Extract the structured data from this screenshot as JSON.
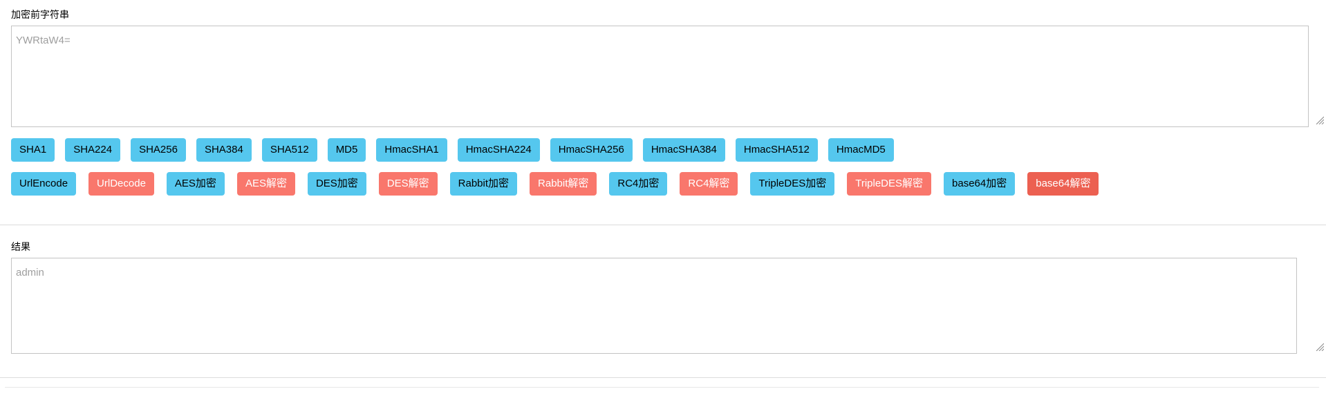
{
  "colors": {
    "button_blue": "#55c7ee",
    "button_red": "#f9776c",
    "button_red_dark": "#ec6051",
    "placeholder_gray": "#9e9e9e"
  },
  "input_section": {
    "label": "加密前字符串",
    "placeholder": "YWRtaW4="
  },
  "hash_buttons": [
    "SHA1",
    "SHA224",
    "SHA256",
    "SHA384",
    "SHA512",
    "MD5",
    "HmacSHA1",
    "HmacSHA224",
    "HmacSHA256",
    "HmacSHA384",
    "HmacSHA512",
    "HmacMD5"
  ],
  "crypto_buttons": [
    {
      "label": "UrlEncode",
      "style": "blue"
    },
    {
      "label": "UrlDecode",
      "style": "red"
    },
    {
      "label": "AES加密",
      "style": "blue"
    },
    {
      "label": "AES解密",
      "style": "red"
    },
    {
      "label": "DES加密",
      "style": "blue"
    },
    {
      "label": "DES解密",
      "style": "red"
    },
    {
      "label": "Rabbit加密",
      "style": "blue"
    },
    {
      "label": "Rabbit解密",
      "style": "red"
    },
    {
      "label": "RC4加密",
      "style": "blue"
    },
    {
      "label": "RC4解密",
      "style": "red"
    },
    {
      "label": "TripleDES加密",
      "style": "blue"
    },
    {
      "label": "TripleDES解密",
      "style": "red"
    },
    {
      "label": "base64加密",
      "style": "blue"
    },
    {
      "label": "base64解密",
      "style": "red-dark"
    }
  ],
  "result_section": {
    "label": "结果",
    "placeholder": "admin"
  }
}
